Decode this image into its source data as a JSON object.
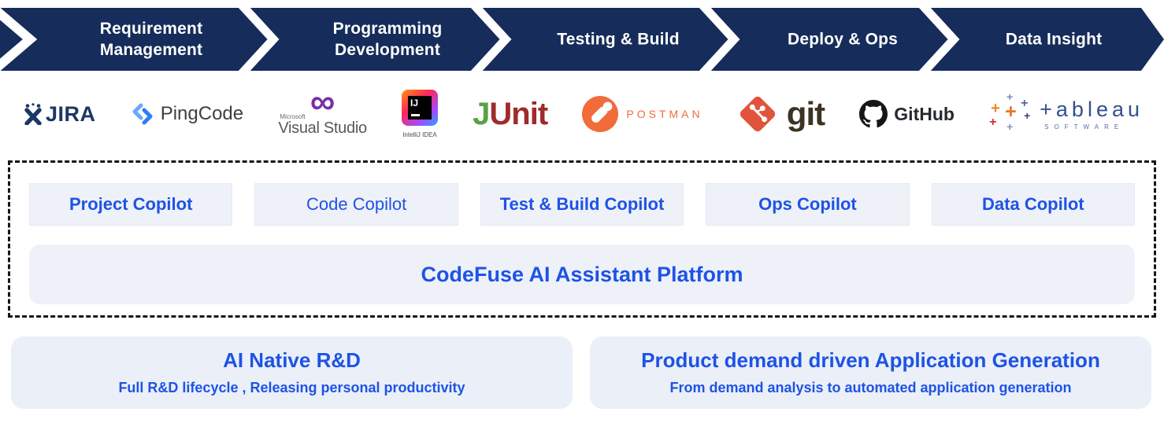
{
  "colors": {
    "band_navy": "#162c5a",
    "accent_blue": "#1d53e6",
    "panel_bg": "#eef1f8",
    "bottom_panel_bg": "#ebeff7"
  },
  "flow": {
    "stages": [
      {
        "line1": "Requirement",
        "line2": "Management"
      },
      {
        "line1": "Programming",
        "line2": "Development"
      },
      {
        "line1": "Testing & Build"
      },
      {
        "line1": "Deploy & Ops"
      },
      {
        "line1": "Data Insight"
      }
    ]
  },
  "tools": {
    "jira": {
      "label": "JIRA"
    },
    "pingcode": {
      "label": "PingCode"
    },
    "visual_studio": {
      "microsoft": "Microsoft",
      "label": "Visual Studio"
    },
    "intellij": {
      "badge": "IJ",
      "caption": "IntelliJ IDEA"
    },
    "junit": {
      "j": "J",
      "unit": "Unit"
    },
    "postman": {
      "label": "POSTMAN"
    },
    "git": {
      "label": "git"
    },
    "github": {
      "label": "GitHub"
    },
    "tableau": {
      "label": "+ableau",
      "caption": "SOFTWARE"
    }
  },
  "copilots": [
    {
      "label": "Project Copilot"
    },
    {
      "label": "Code Copilot"
    },
    {
      "label": "Test & Build Copilot"
    },
    {
      "label": "Ops Copilot"
    },
    {
      "label": "Data Copilot"
    }
  ],
  "platform": {
    "label": "CodeFuse AI Assistant Platform"
  },
  "outcomes": [
    {
      "title": "AI Native R&D",
      "subtitle": "Full R&D lifecycle , Releasing personal productivity"
    },
    {
      "title": "Product demand driven Application Generation",
      "subtitle": "From demand analysis to automated application generation"
    }
  ]
}
